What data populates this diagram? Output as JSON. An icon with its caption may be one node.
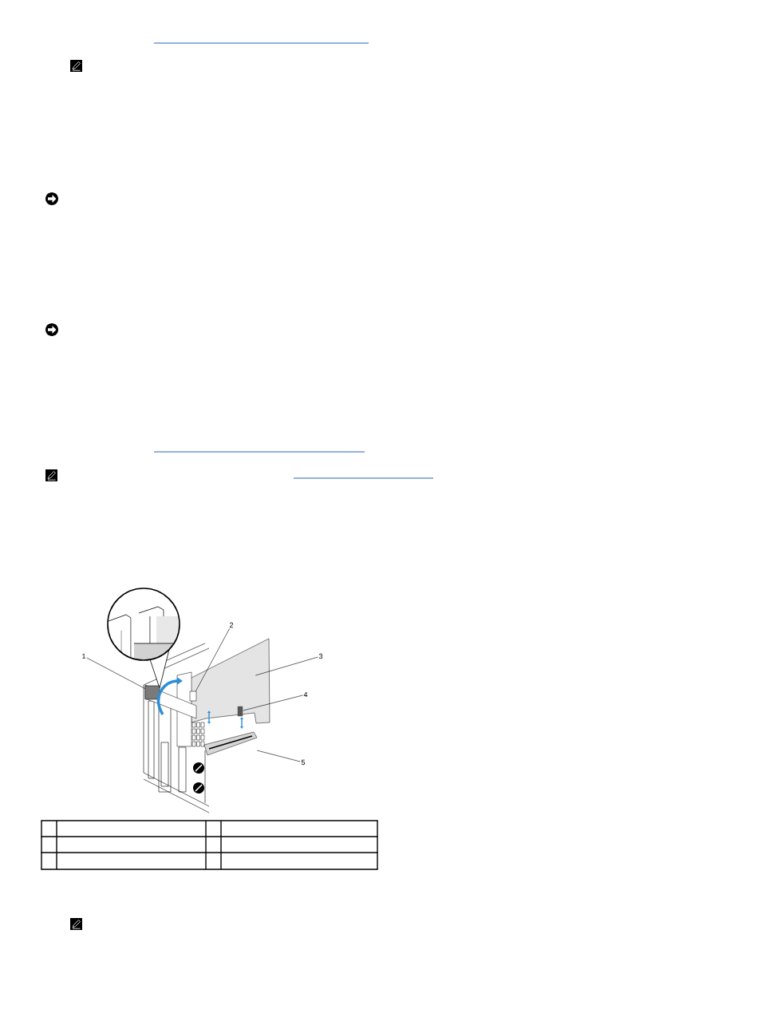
{
  "diagram": {
    "nodes": [
      {
        "text": [
          "1"
        ]
      },
      {
        "text": [
          "2"
        ]
      },
      {
        "text": [
          "3"
        ]
      },
      {
        "text": [
          "4"
        ]
      },
      {
        "text": [
          "5"
        ]
      },
      {
        "text": [],
        "shape": "picture"
      },
      {
        "text": [],
        "shape": "box"
      },
      {
        "text": [],
        "shape": "box",
        "in": 5
      },
      {
        "text": [],
        "shape": "box",
        "in": 5
      },
      {
        "text": [],
        "shape": "picture"
      }
    ],
    "edges": [
      {
        "from": 0,
        "to": 6,
        "arrow": "none"
      },
      {
        "from": 1,
        "to": 7,
        "arrow": "none"
      },
      {
        "from": 2,
        "to": 5,
        "arrow": "none"
      },
      {
        "from": 3,
        "to": 8,
        "arrow": "none"
      },
      {
        "from": 4,
        "to": 9,
        "arrow": "none"
      }
    ]
  }
}
